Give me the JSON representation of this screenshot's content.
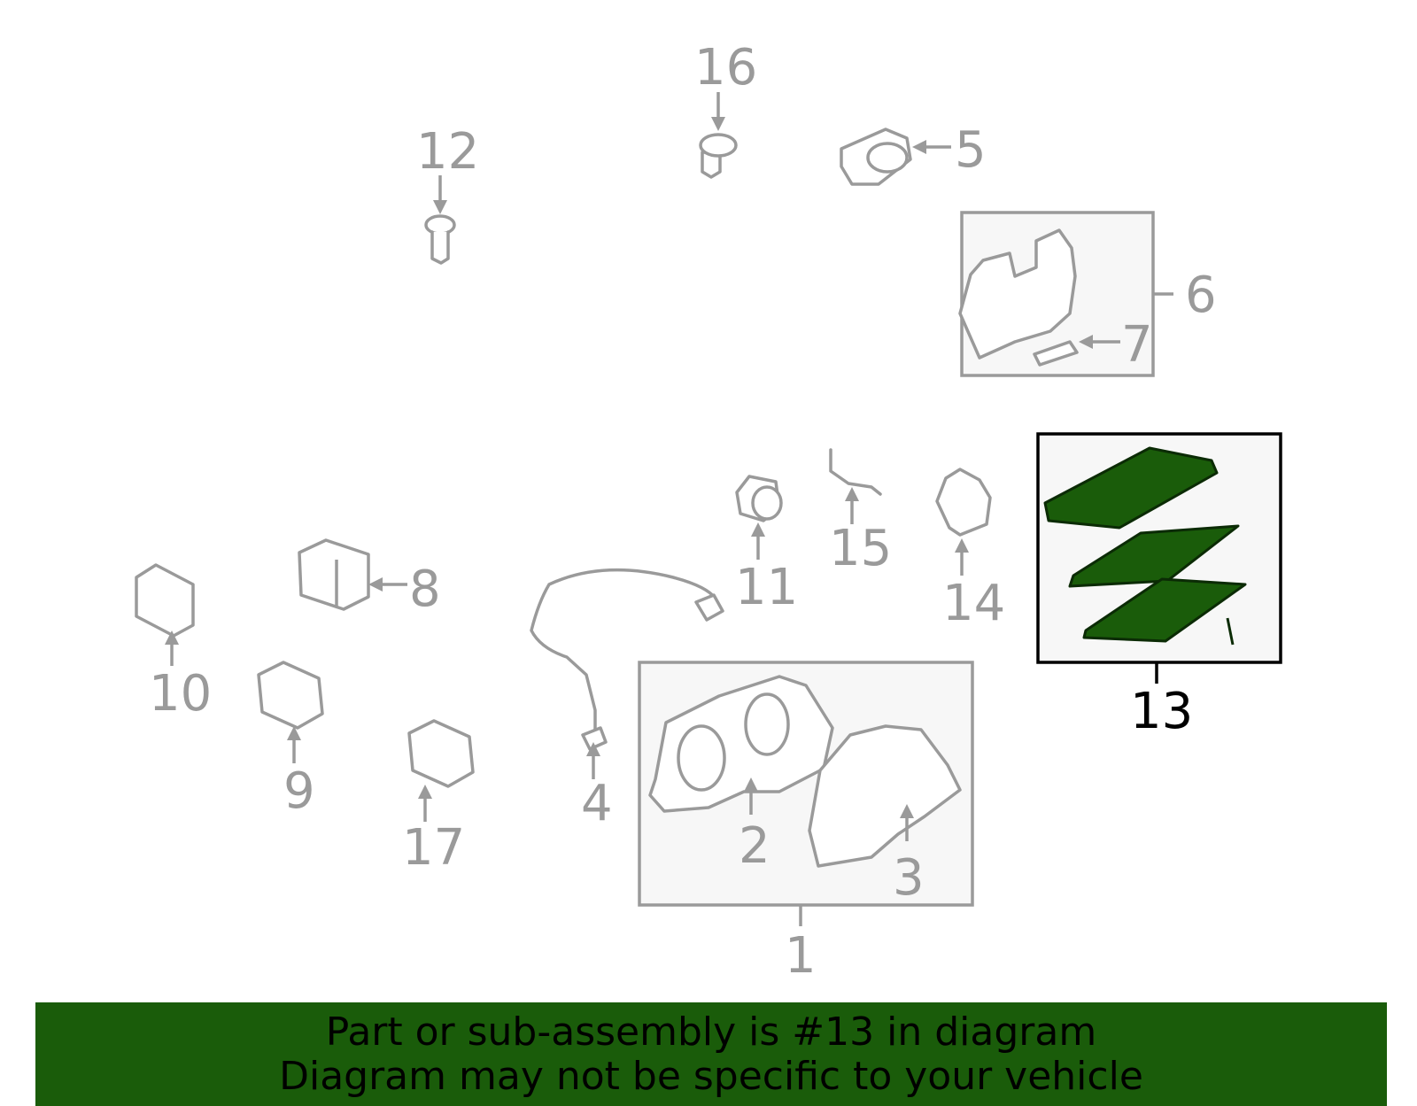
{
  "callouts": {
    "c1": "1",
    "c2": "2",
    "c3": "3",
    "c4": "4",
    "c5": "5",
    "c6": "6",
    "c7": "7",
    "c8": "8",
    "c9": "9",
    "c10": "10",
    "c11": "11",
    "c12": "12",
    "c13": "13",
    "c14": "14",
    "c15": "15",
    "c16": "16",
    "c17": "17"
  },
  "highlighted_part": "13",
  "colors": {
    "highlight": "#1a5c0a",
    "line": "#9a9a9a",
    "active_line": "#000000",
    "box_fill": "#f7f7f7"
  },
  "banner": {
    "line1": "Part or sub-assembly is #13 in diagram",
    "line2": "Diagram may not be specific to your vehicle"
  }
}
